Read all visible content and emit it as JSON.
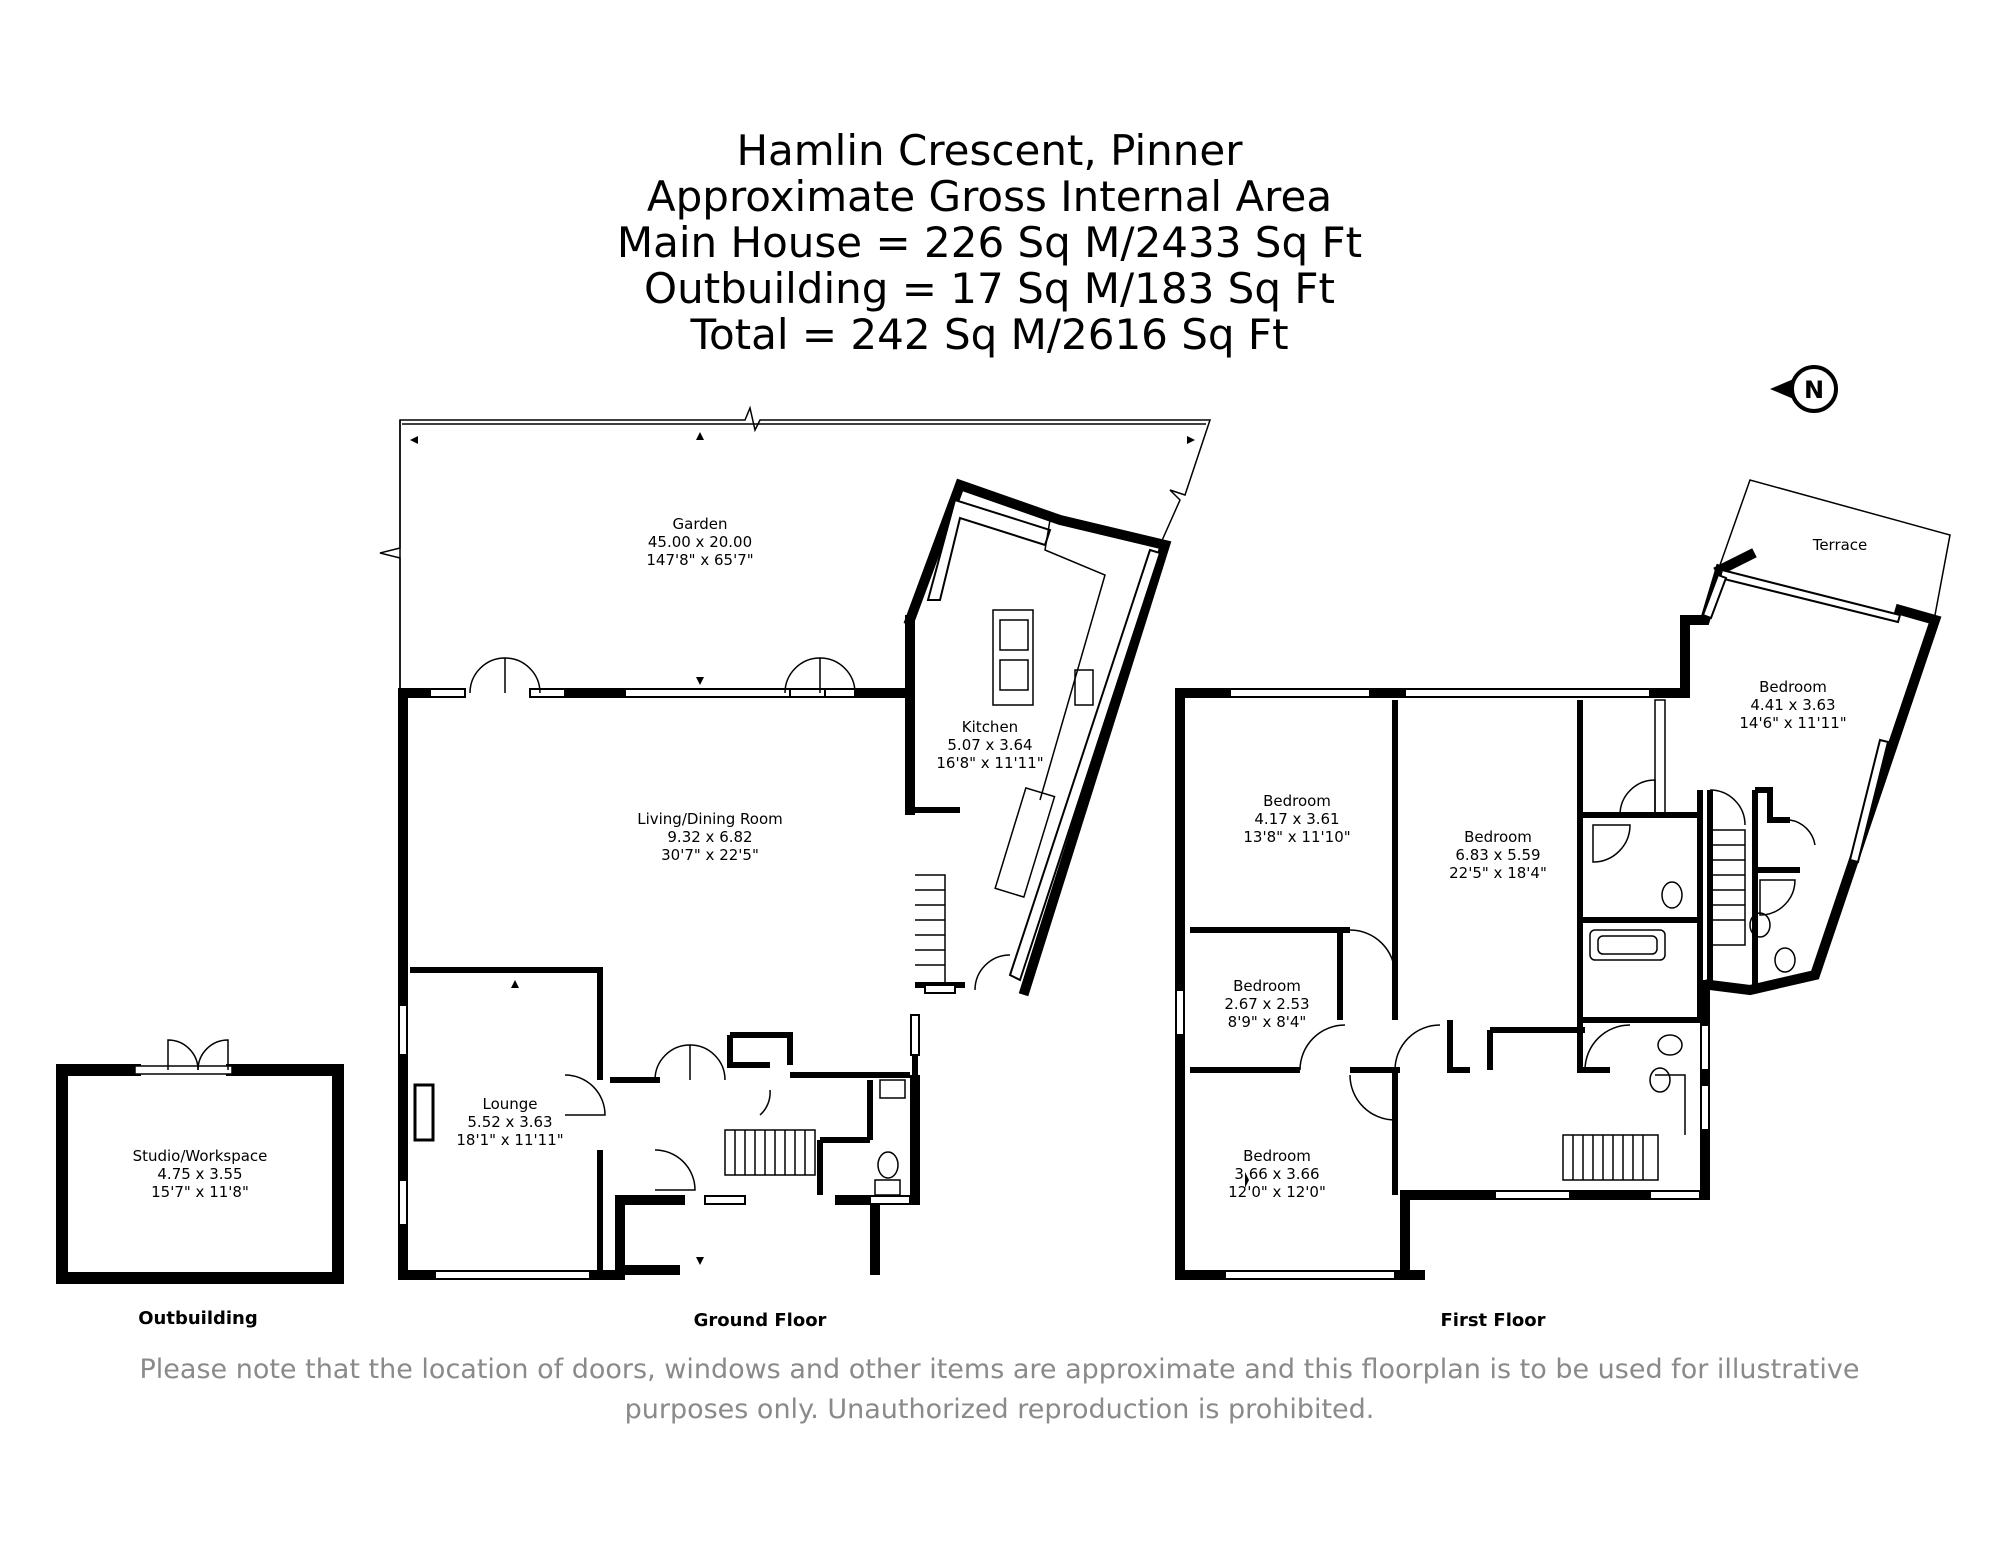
{
  "header": {
    "line1": "Hamlin Crescent, Pinner",
    "line2": "Approximate Gross Internal Area",
    "line3": "Main House = 226 Sq M/2433 Sq Ft",
    "line4": "Outbuilding = 17 Sq M/183 Sq Ft",
    "line5": "Total = 242 Sq M/2616 Sq Ft"
  },
  "compass": {
    "letter": "N"
  },
  "rooms": {
    "garden": {
      "name": "Garden",
      "metric": "45.00 x 20.00",
      "imperial": "147'8\" x 65'7\""
    },
    "living": {
      "name": "Living/Dining Room",
      "metric": "9.32 x 6.82",
      "imperial": "30'7\" x 22'5\""
    },
    "kitchen": {
      "name": "Kitchen",
      "metric": "5.07 x 3.64",
      "imperial": "16'8\" x 11'11\""
    },
    "lounge": {
      "name": "Lounge",
      "metric": "5.52 x 3.63",
      "imperial": "18'1\" x 11'11\""
    },
    "studio": {
      "name": "Studio/Workspace",
      "metric": "4.75 x 3.55",
      "imperial": "15'7\" x 11'8\""
    },
    "terrace": {
      "name": "Terrace"
    },
    "bed1": {
      "name": "Bedroom",
      "metric": "4.17 x 3.61",
      "imperial": "13'8\" x 11'10\""
    },
    "bed2": {
      "name": "Bedroom",
      "metric": "6.83 x 5.59",
      "imperial": "22'5\" x 18'4\""
    },
    "bed3": {
      "name": "Bedroom",
      "metric": "4.41 x 3.63",
      "imperial": "14'6\" x 11'11\""
    },
    "bed4": {
      "name": "Bedroom",
      "metric": "2.67 x 2.53",
      "imperial": "8'9\" x 8'4\""
    },
    "bed5": {
      "name": "Bedroom",
      "metric": "3.66 x 3.66",
      "imperial": "12'0\" x 12'0\""
    }
  },
  "floors": {
    "outbuilding": "Outbuilding",
    "ground": "Ground Floor",
    "first": "First Floor"
  },
  "disclaimer": {
    "line1": "Please note that the location of doors, windows and other items are approximate and this floorplan is to be used for illustrative",
    "line2": "purposes only. Unauthorized reproduction is prohibited."
  }
}
